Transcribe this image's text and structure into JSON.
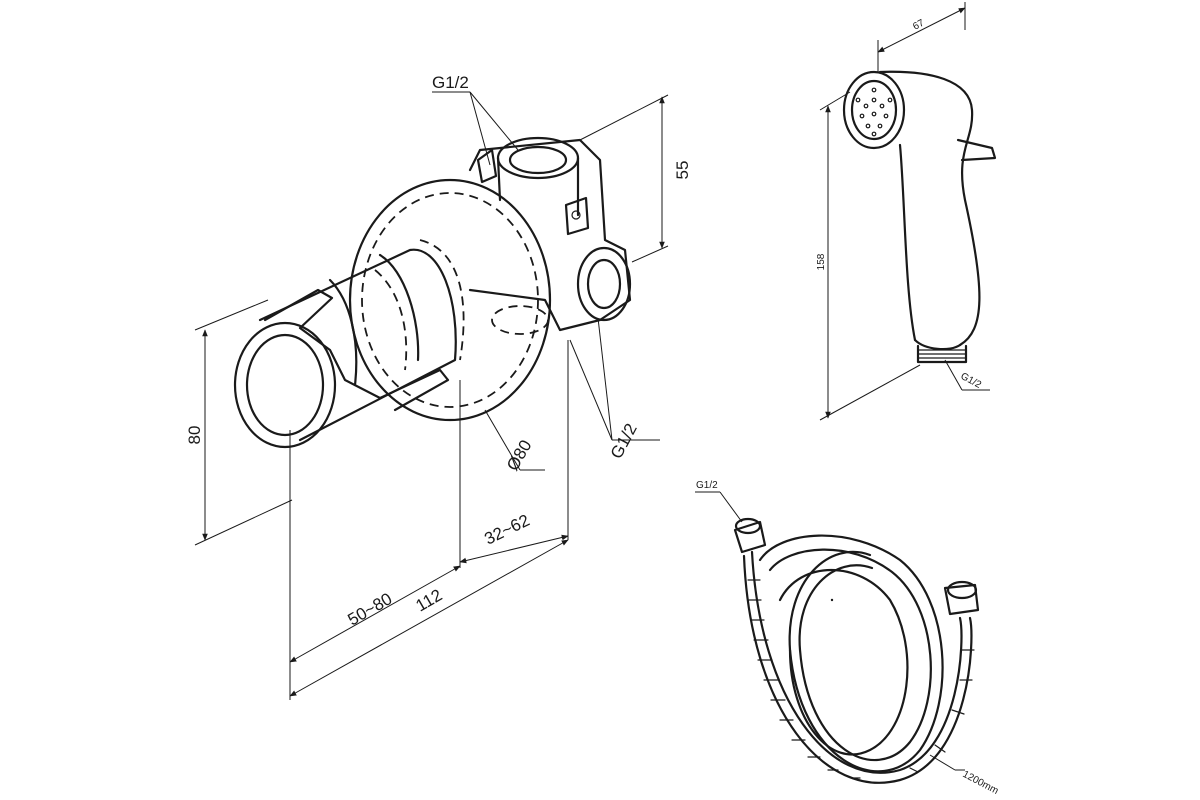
{
  "valve_dims": {
    "thread_top": "G1/2",
    "height_top": "55",
    "height_left": "80",
    "diameter": "Ø80",
    "thread_side": "G1/2",
    "depth_adjust": "32~62",
    "handle_adjust": "50~80",
    "total_length": "112"
  },
  "handset_dims": {
    "width": "67",
    "length": "158",
    "thread": "G1/2"
  },
  "hose_dims": {
    "thread": "G1/2",
    "length": "1200mm"
  }
}
